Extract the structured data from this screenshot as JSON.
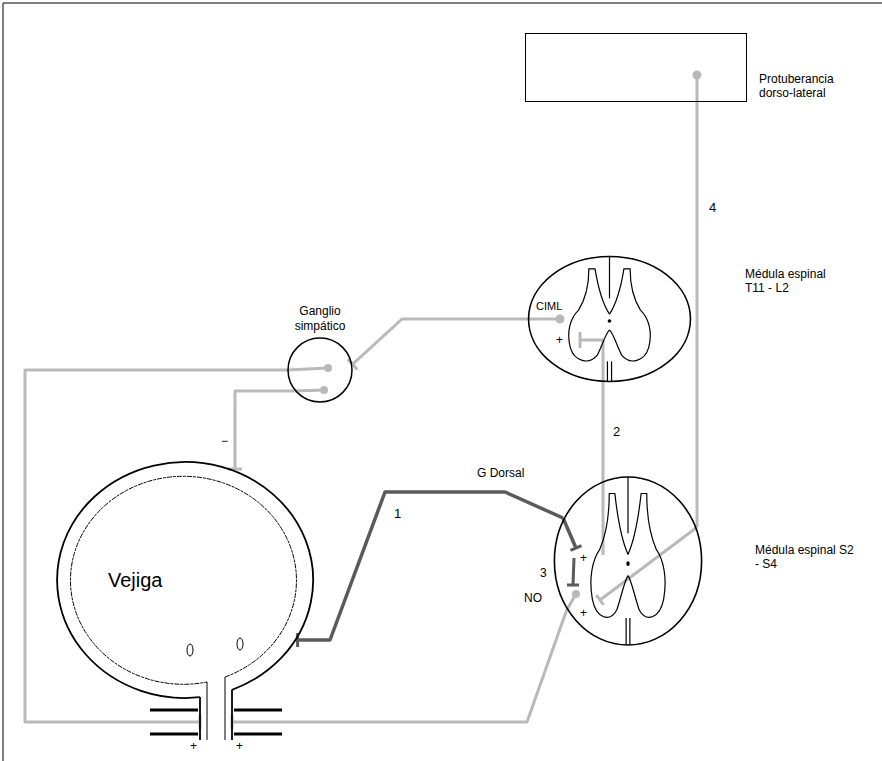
{
  "diagram": {
    "nodes": [
      {
        "text": [
          "Protuberancia dorso-lateral"
        ]
      },
      {
        "text": [
          "Ganglio simpático"
        ]
      },
      {
        "text": [
          "Médula espinal T11 - L2"
        ]
      },
      {
        "text": [
          "Médula espinal S2 - S4"
        ]
      },
      {
        "text": [
          "Vejiga"
        ]
      }
    ],
    "edges": [
      {
        "from": 4,
        "to": 3,
        "arrow": "none",
        "label": "1"
      },
      {
        "from": 3,
        "to": 2,
        "arrow": "none",
        "label": "2"
      },
      {
        "from": 0,
        "to": 3,
        "arrow": "none",
        "label": "4"
      },
      {
        "from": 2,
        "to": 1,
        "arrow": "none"
      },
      {
        "from": 1,
        "to": 4,
        "arrow": "none"
      },
      {
        "from": 1,
        "to": 4,
        "arrow": "none"
      },
      {
        "from": 3,
        "to": 4,
        "arrow": "none"
      }
    ],
    "labels": [
      "G Dorsal",
      "CIML",
      "+",
      "+",
      "3",
      "NO",
      "+",
      "−",
      "+",
      "+"
    ]
  }
}
